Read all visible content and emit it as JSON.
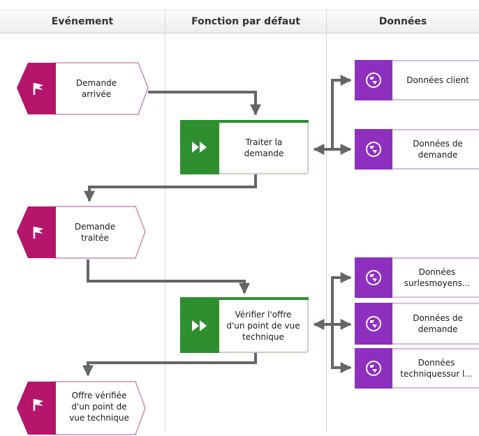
{
  "lanes": {
    "evenement": "Evénement",
    "fonction": "Fonction par défaut",
    "donnees": "Données"
  },
  "colors": {
    "event": "#b5156b",
    "function": "#2f8f2f",
    "data": "#8e2fbf",
    "connector": "#666666"
  },
  "events": [
    {
      "label": "Demande\narrivée",
      "icon": "flag-icon"
    },
    {
      "label": "Demande\ntraitée",
      "icon": "flag-icon"
    },
    {
      "label": "Offre vérifiée\nd'un point de\nvue technique",
      "icon": "flag-icon"
    }
  ],
  "functions": [
    {
      "label": "Traiter la\ndemande",
      "icon": "fast-forward-icon"
    },
    {
      "label": "Vérifier l'offre\nd'un point de vue\ntechnique",
      "icon": "fast-forward-icon"
    }
  ],
  "data_objects": [
    {
      "label": "Données client",
      "icon": "data-cluster-icon"
    },
    {
      "label": "Données de\ndemande",
      "icon": "data-cluster-icon"
    },
    {
      "label": "Données\nsurlesmoyens...",
      "icon": "data-cluster-icon"
    },
    {
      "label": "Données de\ndemande",
      "icon": "data-cluster-icon"
    },
    {
      "label": "Données\ntechniquessur l...",
      "icon": "data-cluster-icon"
    }
  ]
}
